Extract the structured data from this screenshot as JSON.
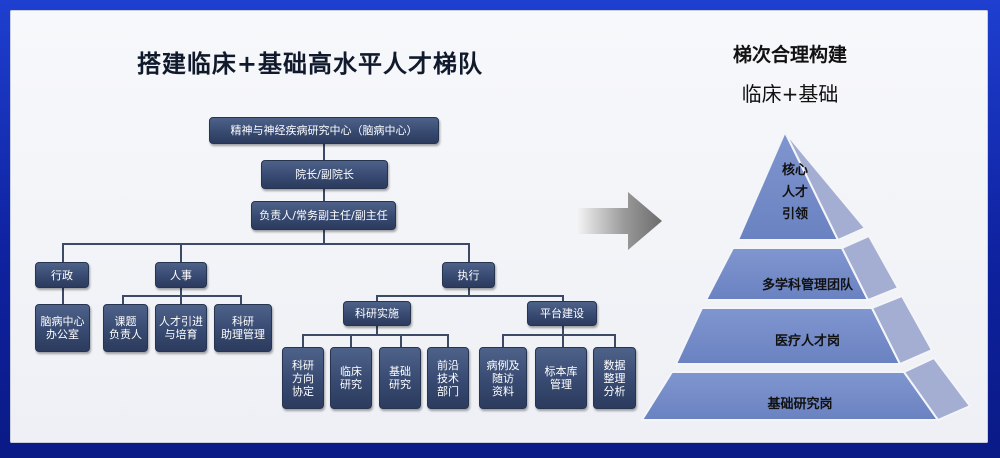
{
  "titles": {
    "main": "搭建临床+基础高水平人才梯队",
    "right": "梯次合理构建",
    "right_sub": "临床+基础"
  },
  "org": {
    "root": "精神与神经疾病研究中心（脑病中心）",
    "level2": "院长/副院长",
    "level3": "负责人/常务副主任/副主任",
    "branches": {
      "admin": {
        "label": "行政",
        "children": [
          [
            "脑病中心",
            "办公室"
          ]
        ]
      },
      "hr": {
        "label": "人事",
        "children": [
          [
            "课题",
            "负责人"
          ],
          [
            "人才引进",
            "与培育"
          ],
          [
            "科研",
            "助理管理"
          ]
        ]
      },
      "exec": {
        "label": "执行",
        "research": {
          "label": "科研实施",
          "children": [
            [
              "科研",
              "方向",
              "协定"
            ],
            [
              "临床",
              "研究"
            ],
            [
              "基础",
              "研究"
            ],
            [
              "前沿",
              "技术",
              "部门"
            ]
          ]
        },
        "platform": {
          "label": "平台建设",
          "children": [
            [
              "病例及",
              "随访",
              "资料"
            ],
            [
              "标本库",
              "管理"
            ],
            [
              "数据",
              "整理",
              "分析"
            ]
          ]
        }
      }
    }
  },
  "pyramid": {
    "top": [
      "核心",
      "人才",
      "引领"
    ],
    "tier2": "多学科管理团队",
    "tier3": "医疗人才岗",
    "tier4": "基础研究岗"
  },
  "colors": {
    "box_fill": "#3f5279",
    "pyramid_face": "#6f87c6",
    "pyramid_side": "#9aa6cf",
    "arrow": "#8c8c8c"
  }
}
